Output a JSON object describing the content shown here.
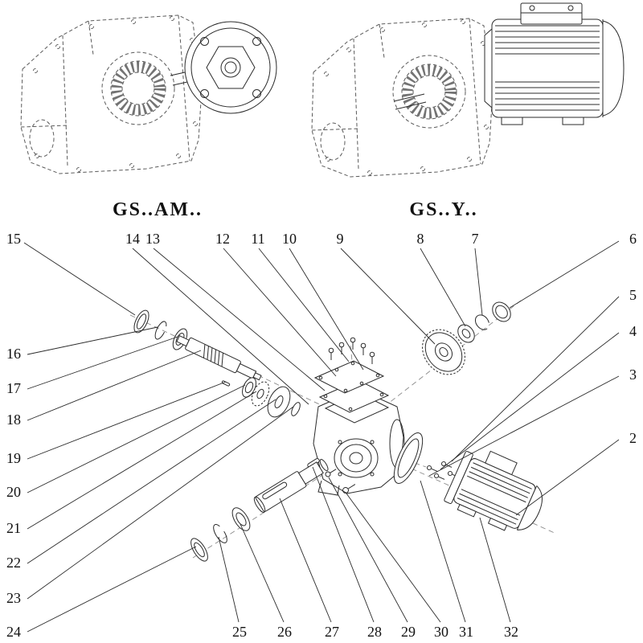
{
  "diagram": {
    "variants": [
      {
        "label": "GS..AM.."
      },
      {
        "label": "GS..Y.."
      }
    ],
    "callouts": {
      "top": [
        "15",
        "14",
        "13",
        "12",
        "11",
        "10",
        "9",
        "8",
        "7",
        "6"
      ],
      "right": [
        "5",
        "4",
        "3",
        "2"
      ],
      "left": [
        "16",
        "17",
        "18",
        "19",
        "20",
        "21",
        "22",
        "23",
        "24"
      ],
      "bottom": [
        "25",
        "26",
        "27",
        "28",
        "29",
        "30",
        "31",
        "32"
      ]
    },
    "colors": {
      "line": "#2b2b2b",
      "dashed_line": "#5a5a5a",
      "background": "#ffffff"
    }
  }
}
